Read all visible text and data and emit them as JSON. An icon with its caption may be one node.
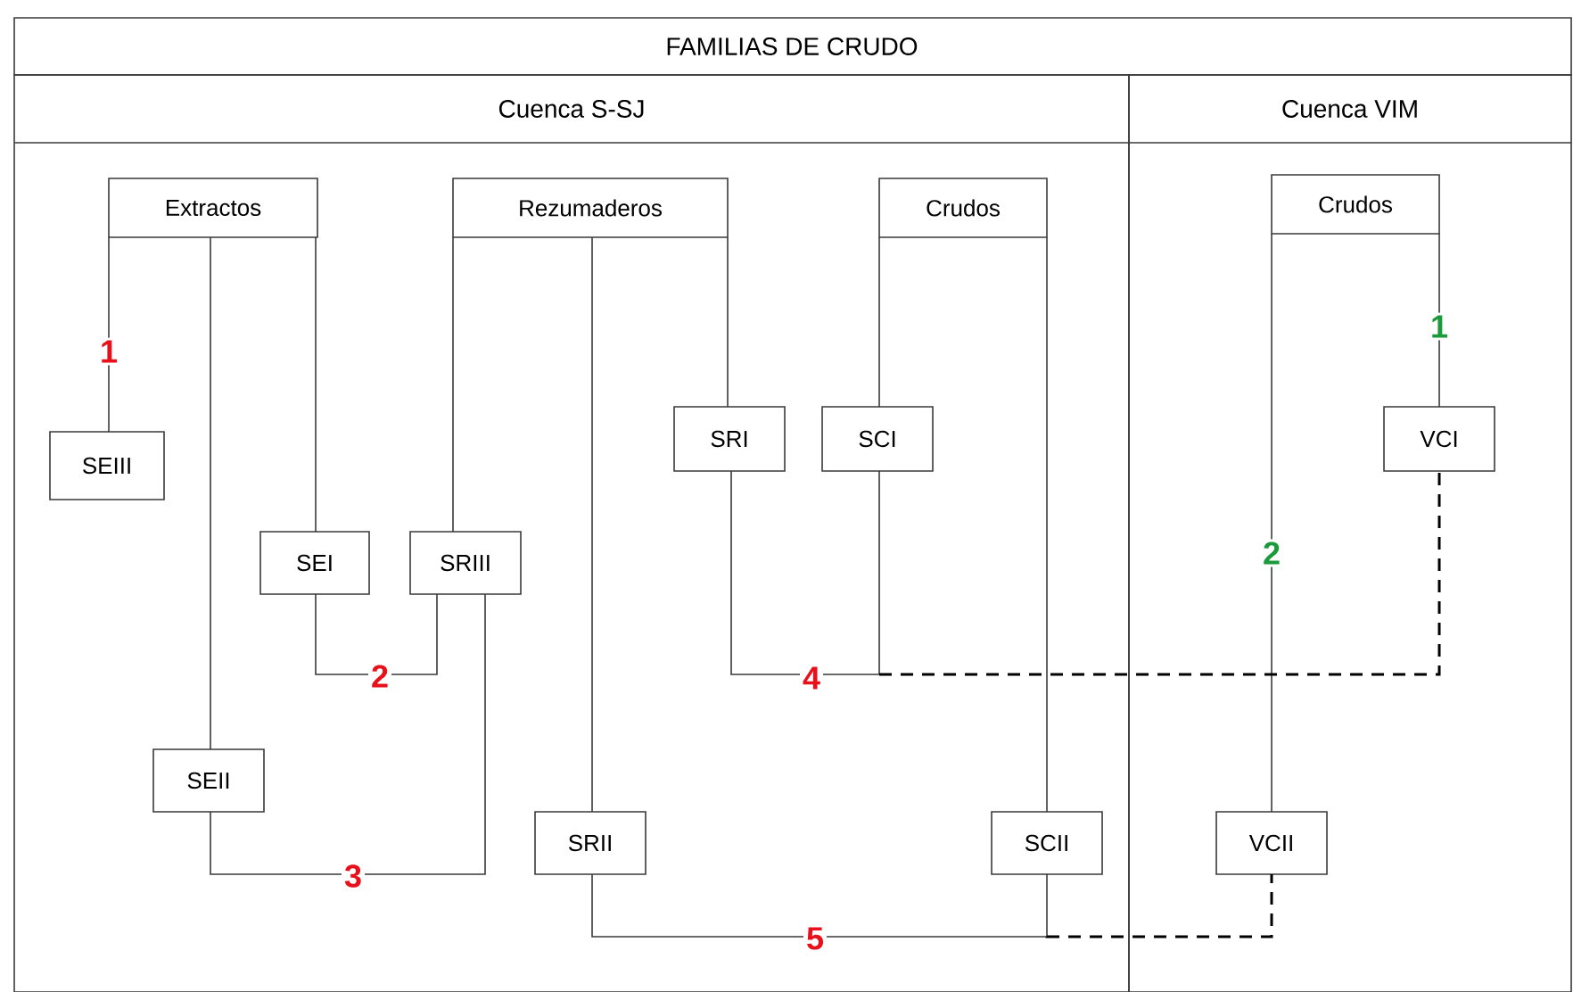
{
  "diagram": {
    "title": "FAMILIAS DE CRUDO",
    "nodes": [
      {
        "text": [
          "Cuenca S-SJ"
        ]
      },
      {
        "text": [
          "Cuenca VIM"
        ]
      },
      {
        "text": [
          "Extractos"
        ],
        "in": 0
      },
      {
        "text": [
          "Rezumaderos"
        ],
        "in": 0
      },
      {
        "text": [
          "Crudos"
        ],
        "in": 0
      },
      {
        "text": [
          "Crudos"
        ],
        "in": 1
      },
      {
        "text": [
          "SEIII"
        ],
        "in": 0
      },
      {
        "text": [
          "SRI"
        ],
        "in": 0
      },
      {
        "text": [
          "SCI"
        ],
        "in": 0
      },
      {
        "text": [
          "VCI"
        ],
        "in": 1
      },
      {
        "text": [
          "SEI"
        ],
        "in": 0
      },
      {
        "text": [
          "SRIII"
        ],
        "in": 0
      },
      {
        "text": [
          "SEII"
        ],
        "in": 0
      },
      {
        "text": [
          "SRII"
        ],
        "in": 0
      },
      {
        "text": [
          "SCII"
        ],
        "in": 0
      },
      {
        "text": [
          "VCII"
        ],
        "in": 1
      }
    ],
    "edges": [
      {
        "from": 2,
        "to": 6,
        "arrow": "none",
        "label": "1"
      },
      {
        "from": 2,
        "to": 12,
        "arrow": "none"
      },
      {
        "from": 2,
        "to": 10,
        "arrow": "none"
      },
      {
        "from": 3,
        "to": 11,
        "arrow": "none"
      },
      {
        "from": 3,
        "to": 13,
        "arrow": "none"
      },
      {
        "from": 3,
        "to": 7,
        "arrow": "none"
      },
      {
        "from": 4,
        "to": 8,
        "arrow": "none"
      },
      {
        "from": 4,
        "to": 14,
        "arrow": "none"
      },
      {
        "from": 5,
        "to": 15,
        "arrow": "none",
        "label": "2"
      },
      {
        "from": 5,
        "to": 9,
        "arrow": "none",
        "label": "1"
      },
      {
        "from": 10,
        "to": 11,
        "arrow": "none",
        "label": "2"
      },
      {
        "from": 12,
        "to": 11,
        "arrow": "none",
        "label": "3"
      },
      {
        "from": 7,
        "to": 8,
        "arrow": "none",
        "label": "4"
      },
      {
        "from": 8,
        "to": 9,
        "arrow": "none",
        "style": "dashed"
      },
      {
        "from": 13,
        "to": 14,
        "arrow": "none",
        "label": "5"
      },
      {
        "from": 14,
        "to": 15,
        "arrow": "none",
        "style": "dashed"
      }
    ]
  }
}
